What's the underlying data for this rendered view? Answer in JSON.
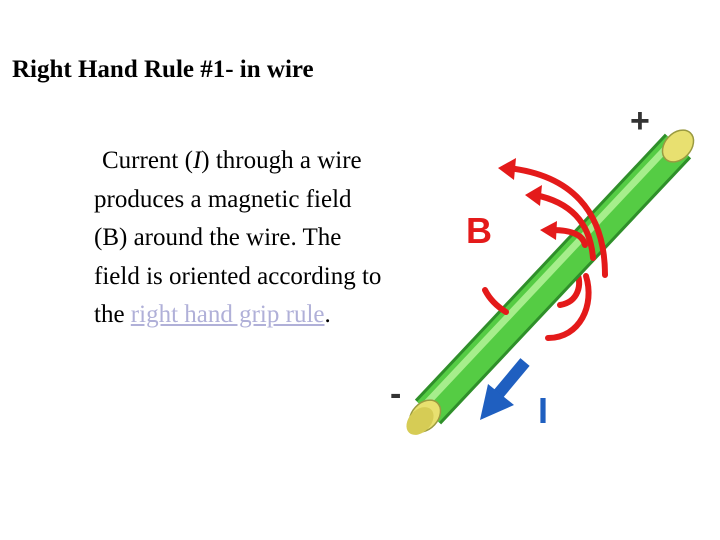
{
  "title": "Right Hand Rule #1- in wire",
  "body": {
    "text_part1": "Current (",
    "text_italic": "I",
    "text_part2": ") through a wire produces a magnetic field (B) around the wire. The field is oriented according to the ",
    "link_text": "right hand grip rule",
    "text_end": "."
  },
  "diagram": {
    "plus_label": "+",
    "minus_label": "-",
    "field_label": "B",
    "current_label": "I",
    "colors": {
      "wire": "#55cc44",
      "wire_highlight": "#a6ee8c",
      "wire_shadow": "#2f8f2a",
      "wire_end": "#e8e070",
      "field": "#e41a1a",
      "current_arrow": "#1f5fc0",
      "link": "#b0b0d8"
    }
  }
}
